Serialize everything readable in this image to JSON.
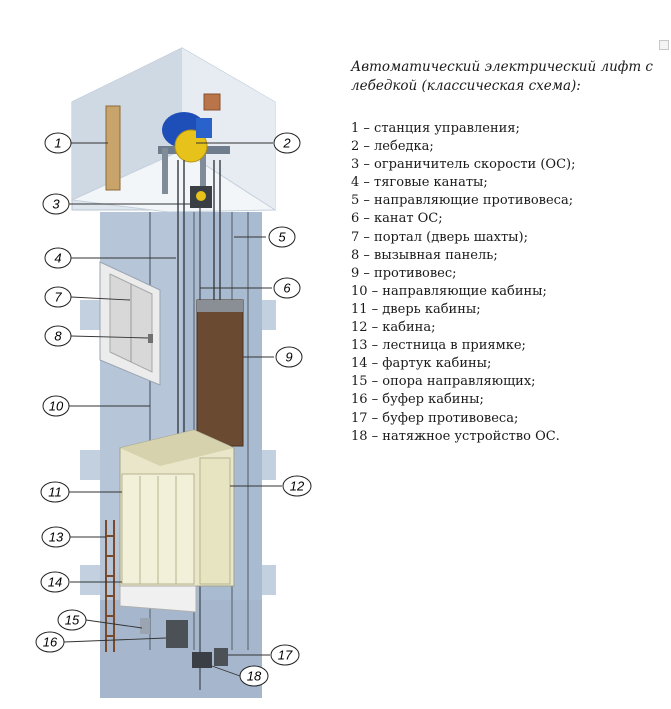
{
  "legend": {
    "title": "Автоматический электрический лифт с лебедкой (классическая схема):",
    "items": [
      "1 – станция управления;",
      "2 – лебедка;",
      "3 – ограничитель скорости (ОС);",
      "4 – тяговые канаты;",
      "5 – направляющие противовеса;",
      "6 – канат ОС;",
      "7 – портал (дверь шахты);",
      "8 – вызывная панель;",
      "9 – противовес;",
      "10 – направляющие кабины;",
      "11 – дверь кабины;",
      "12 – кабина;",
      "13 – лестница в приямке;",
      "14 – фартук кабины;",
      "15 – опора направляющих;",
      "16 – буфер кабины;",
      "17 – буфер противовеса;",
      "18 – натяжное устройство ОС."
    ]
  },
  "callouts": [
    "1",
    "2",
    "3",
    "4",
    "5",
    "6",
    "7",
    "8",
    "9",
    "10",
    "11",
    "12",
    "13",
    "14",
    "15",
    "16",
    "17",
    "18"
  ],
  "colors": {
    "shaft_wall": "#b9c8da",
    "shaft_dark": "#9fb2c8",
    "machine_room": "#d7e0ea",
    "cabin": "#e9e6c9",
    "cabin_door": "#f2f0d9",
    "counterweight": "#6b4a32",
    "winch": "#1e4fb8",
    "sheave": "#e6c21a",
    "hall_door": "#dedede"
  }
}
